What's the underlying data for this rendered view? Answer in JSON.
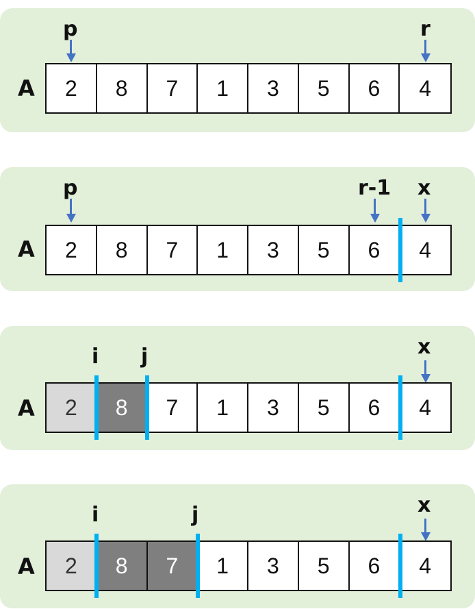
{
  "array_label": "A",
  "colors": {
    "panel": "#e2efd9",
    "pointer_arrow": "#4472c4",
    "partition_line": "#00b0f0",
    "cell_done": "#d9d9d9",
    "cell_big": "#7f7f7f"
  },
  "panels": [
    {
      "cells": [
        "2",
        "8",
        "7",
        "1",
        "3",
        "5",
        "6",
        "4"
      ],
      "pointers": [
        {
          "label": "p"
        },
        {
          "label": "r"
        }
      ]
    },
    {
      "cells": [
        "2",
        "8",
        "7",
        "1",
        "3",
        "5",
        "6",
        "4"
      ],
      "pointers": [
        {
          "label": "p"
        },
        {
          "label": "r-1"
        },
        {
          "label": "x"
        }
      ]
    },
    {
      "cells": [
        "2",
        "8",
        "7",
        "1",
        "3",
        "5",
        "6",
        "4"
      ],
      "pointers": [
        {
          "label": "i"
        },
        {
          "label": "j"
        },
        {
          "label": "x"
        }
      ]
    },
    {
      "cells": [
        "2",
        "8",
        "7",
        "1",
        "3",
        "5",
        "6",
        "4"
      ],
      "pointers": [
        {
          "label": "i"
        },
        {
          "label": "j"
        },
        {
          "label": "x"
        }
      ]
    }
  ]
}
